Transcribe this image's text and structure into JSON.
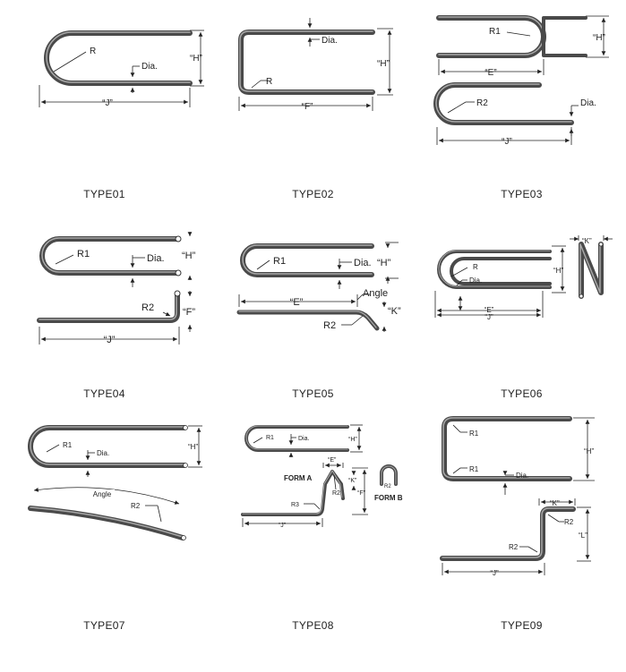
{
  "types": [
    {
      "caption": "TYPE01",
      "labels": {
        "r": "R",
        "dia": "Dia.",
        "h": "“H”",
        "j": "“J”"
      }
    },
    {
      "caption": "TYPE02",
      "labels": {
        "dia": "Dia.",
        "h": "“H”",
        "r": "R",
        "f": "“F”"
      }
    },
    {
      "caption": "TYPE03",
      "labels": {
        "r1": "R1",
        "h": "“H”",
        "e": "“E”",
        "r2": "R2",
        "dia": "Dia.",
        "j": "“J”"
      }
    },
    {
      "caption": "TYPE04",
      "labels": {
        "r1": "R1",
        "dia": "Dia.",
        "h": "“H”",
        "r2": "R2",
        "f": "“F”",
        "j": "“J”"
      }
    },
    {
      "caption": "TYPE05",
      "labels": {
        "r1": "R1",
        "dia": "Dia.",
        "h": "“H”",
        "e": "“E”",
        "angle": "Angle",
        "k": "“K”",
        "r2": "R2"
      }
    },
    {
      "caption": "TYPE06",
      "labels": {
        "k": "“K”",
        "r": "R",
        "h": "“H”",
        "dia": "Dia.",
        "e": "“E”",
        "j": "“J”"
      }
    },
    {
      "caption": "TYPE07",
      "labels": {
        "r1": "R1",
        "h": "“H”",
        "dia": "Dia.",
        "angle": "Angle",
        "r2": "R2"
      }
    },
    {
      "caption": "TYPE08",
      "labels": {
        "r1": "R1",
        "dia": "Dia.",
        "h": "“H”",
        "e": "“E”",
        "form_a": "FORM A",
        "k": "“K”",
        "r2": "R2",
        "r2b": "R2",
        "form_b": "FORM B",
        "f": "“F”",
        "r3": "R3",
        "j": "“J”"
      }
    },
    {
      "caption": "TYPE09",
      "labels": {
        "r1a": "R1",
        "h": "“H”",
        "r1b": "R1",
        "dia": "Dia.",
        "k": "“K”",
        "r2a": "R2",
        "l": "“L”",
        "r2b": "R2",
        "j": "“J”"
      }
    }
  ]
}
